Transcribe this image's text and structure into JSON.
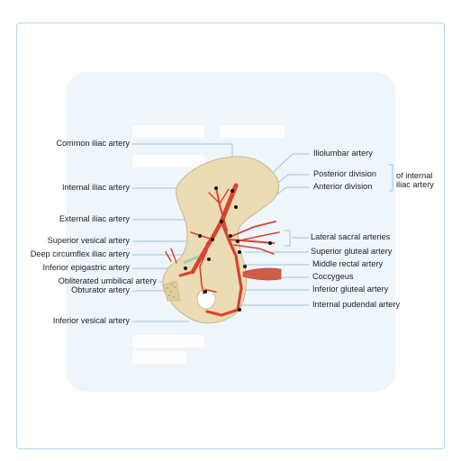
{
  "colors": {
    "bone": "#ecdcb5",
    "bone_edge": "#c9b98a",
    "artery": "#d8432f",
    "leader": "#9ec3e2",
    "frame": "#b9d3ea",
    "card": "#eef5fb",
    "muscle": "#cf5e47"
  },
  "labels": {
    "common_iliac": "Common iliac artery",
    "internal_iliac": "Internal iliac artery",
    "external_iliac": "External iliac artery",
    "superior_vesical": "Superior vesical artery",
    "deep_circumflex": "Deep circumflex iliac artery",
    "inferior_epigastric": "Inferior epigastric artery",
    "obliterated_umbilical": "Obliterated umbilical artery",
    "obturator": "Obturator artery",
    "inferior_vesical": "Inferior vesical artery",
    "iliolumbar": "Iliolumbar artery",
    "posterior_division": "Posterior division",
    "anterior_division": "Anterior division",
    "of_internal": "of internal",
    "iliac_artery": "iliac artery",
    "lateral_sacral": "Lateral sacral arteries",
    "superior_gluteal": "Superior gluteal artery",
    "middle_rectal": "Middle rectal artery",
    "coccygeus": "Coccygeus",
    "inferior_gluteal": "Inferior gluteal artery",
    "internal_pudendal": "Internal pudendal artery"
  }
}
